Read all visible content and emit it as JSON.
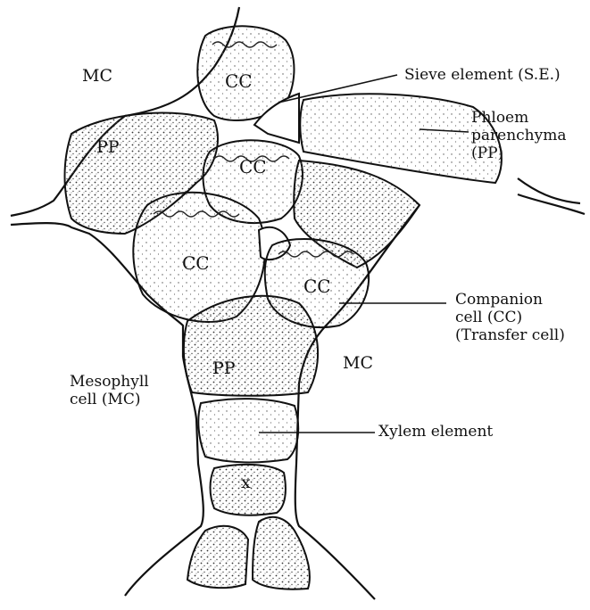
{
  "diagram": {
    "cell_labels": {
      "mc_top_left": "MC",
      "mc_right": "MC",
      "pp_left": "PP",
      "pp_center": "PP",
      "cc_top": "CC",
      "cc_middle": "CC",
      "cc_left": "CC",
      "cc_right": "CC",
      "xylem_mark": "x"
    },
    "callouts": {
      "sieve_element": "Sieve element  (S.E.)",
      "phloem_parenchyma": "Phloem\nparenchyma\n(PP)",
      "companion_cell": "Companion\ncell (CC)\n(Transfer cell)",
      "mesophyll_cell": "Mesophyll\ncell (MC)",
      "xylem_element": "Xylem element"
    }
  }
}
